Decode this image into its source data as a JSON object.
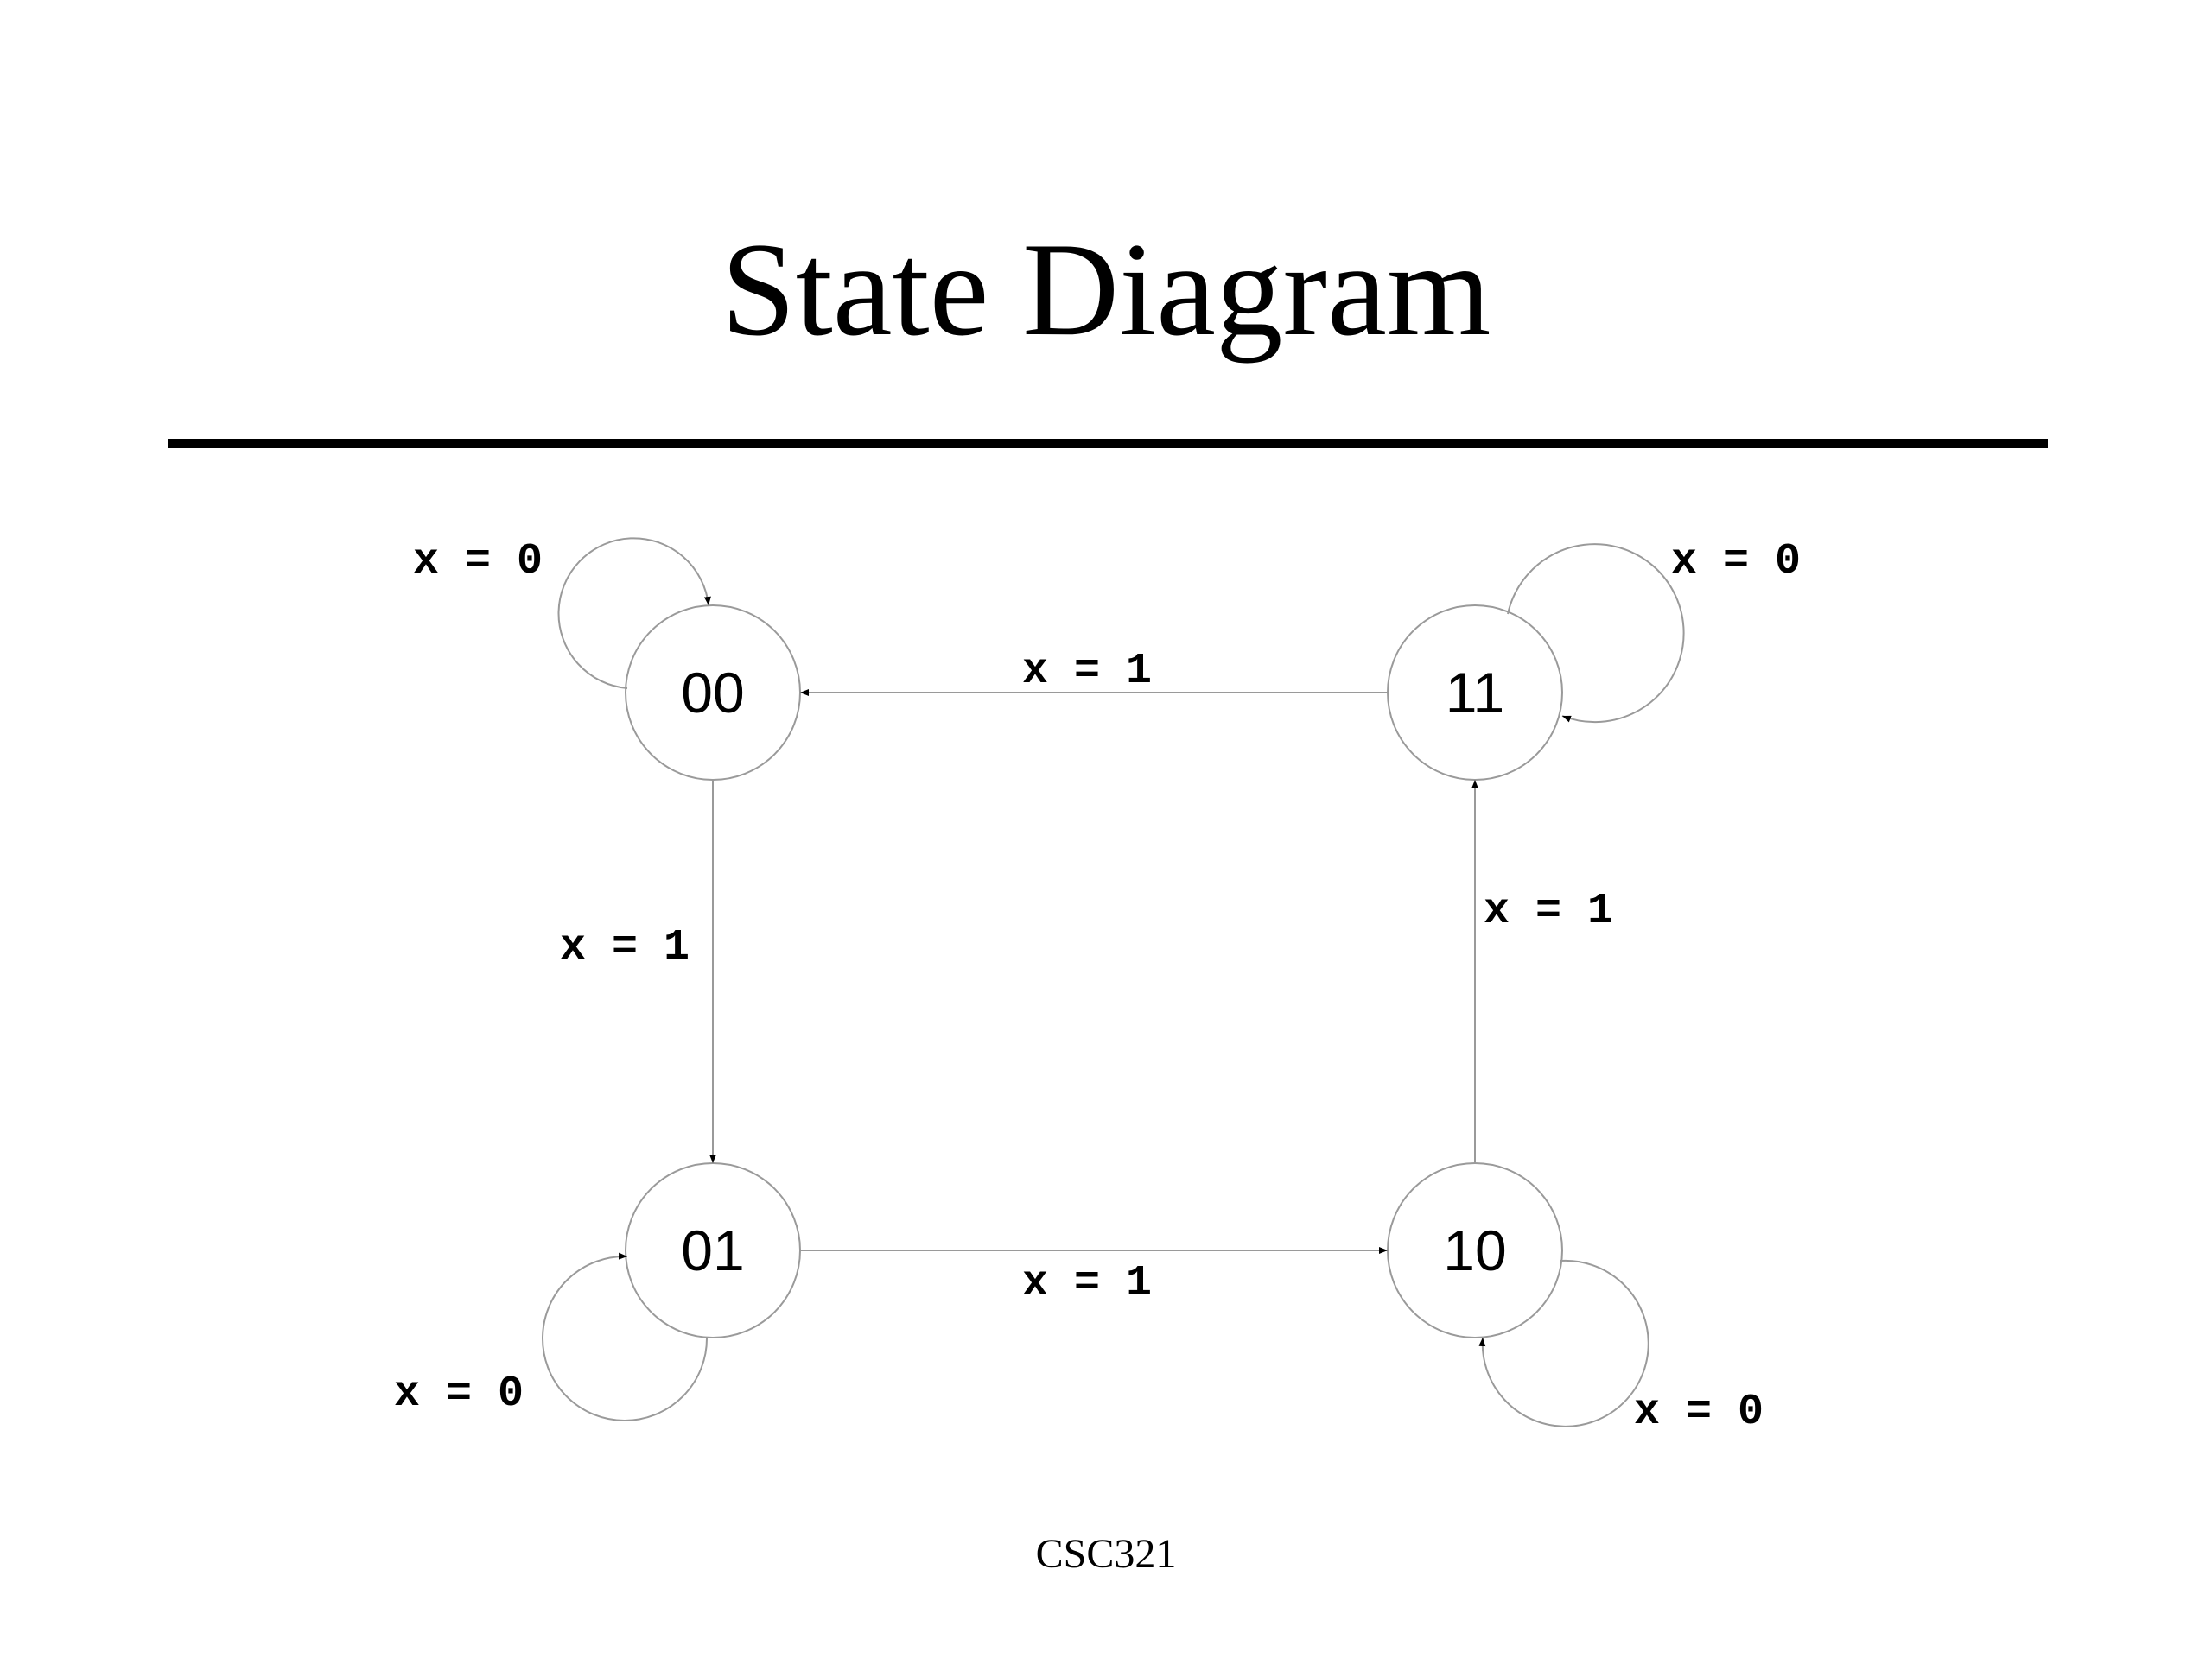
{
  "slide": {
    "title": "State Diagram",
    "footer": "CSC321"
  },
  "states": [
    {
      "id": "s00",
      "label": "00"
    },
    {
      "id": "s01",
      "label": "01"
    },
    {
      "id": "s10",
      "label": "10"
    },
    {
      "id": "s11",
      "label": "11"
    }
  ],
  "transitions": [
    {
      "from": "00",
      "to": "00",
      "label": "x = 0"
    },
    {
      "from": "00",
      "to": "01",
      "label": "x = 1"
    },
    {
      "from": "01",
      "to": "01",
      "label": "x = 0"
    },
    {
      "from": "01",
      "to": "10",
      "label": "x = 1"
    },
    {
      "from": "10",
      "to": "10",
      "label": "x = 0"
    },
    {
      "from": "10",
      "to": "11",
      "label": "x = 1"
    },
    {
      "from": "11",
      "to": "11",
      "label": "x = 0"
    },
    {
      "from": "11",
      "to": "00",
      "label": "x = 1"
    }
  ],
  "colors": {
    "stroke": "#9a9a9a",
    "text": "#000000",
    "background": "#ffffff"
  }
}
